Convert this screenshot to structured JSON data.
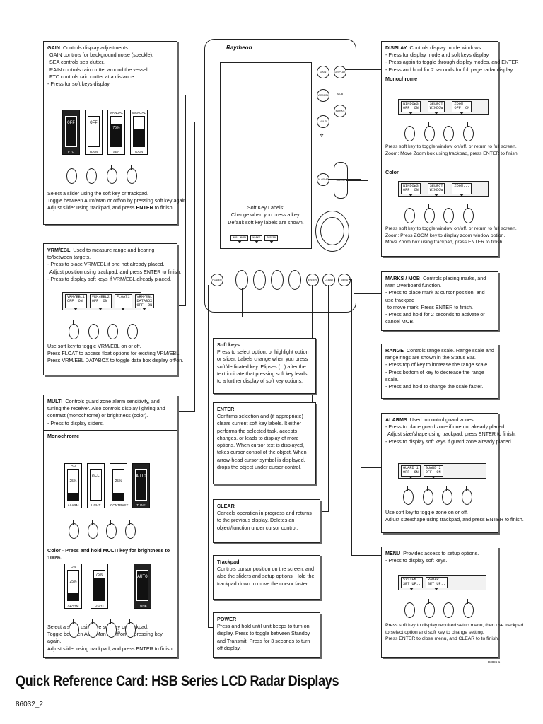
{
  "gain": {
    "title": "GAIN",
    "lead": "Controls display adjustments.",
    "lines": [
      "GAIN controls for background noise (speckle).",
      "SEA controls sea clutter.",
      "RAIN controls rain clutter around the vessel.",
      "FTC controls rain clutter at a distance.",
      "- Press for soft keys display."
    ],
    "sliders": [
      {
        "top": "",
        "label": "FTC",
        "value": "OFF",
        "dark": true
      },
      {
        "top": "",
        "label": "RAIN",
        "value": "OFF",
        "dark": false
      },
      {
        "top": "MANUAL",
        "label": "SEA",
        "value": "75%",
        "dark": false
      },
      {
        "top": "MANUAL",
        "label": "GAIN",
        "value": "",
        "dark": false
      }
    ],
    "footer": [
      "Select a slider using the soft key or trackpad.",
      "Toggle between Auto/Man or off/on by pressing soft key again.",
      "Adjust slider using trackpad, and press ",
      "ENTER",
      " to finish."
    ]
  },
  "vrm": {
    "title": "VRM/EBL",
    "lead": "Used to measure range and bearing to/between targets.",
    "lines": [
      "- Press to place VRM/EBL if one not already placed.",
      "Adjust position using trackpad, and press ENTER to finish.",
      "- Press to display soft keys if VRM/EBL already placed."
    ],
    "softkeys": [
      "VRM/EBL1\nOFF  ON",
      "VRM/EBL2\nOFF  ON",
      "FLOAT1",
      "VRM/EBL\nDATABOX\nOFF  ON"
    ],
    "footer": [
      "Use soft key to toggle VRM/EBL on or off.",
      "Press FLOAT to access float options for existing VRM/EBL.",
      "Press VRM/EBL DATABOX to toggle data box display off/on."
    ]
  },
  "multi": {
    "title": "MULTI",
    "lead": "Controls guard zone alarm sensitivity, and tuning the receiver. Also controls display lighting and contrast (monochrome) or brightness (color).",
    "press": "- Press to display sliders.",
    "mono_label": "Monochrome",
    "mono_sliders": [
      {
        "top": "ON",
        "label": "ALARM",
        "value": "25%"
      },
      {
        "top": "",
        "label": "LIGHT",
        "value": "OFF"
      },
      {
        "top": "",
        "label": "CONTRAST",
        "value": "25%"
      },
      {
        "top": "",
        "label": "TUNE",
        "value": "AUTO",
        "dark": true
      }
    ],
    "color_label": "Color -  Press and hold MULTI key for brightness to 100%.",
    "color_sliders": [
      {
        "top": "ON",
        "label": "ALARM",
        "value": "25%"
      },
      {
        "top": "",
        "label": "LIGHT",
        "value": "75%"
      },
      {
        "top": "",
        "label": "TUNE",
        "value": "AUTO",
        "dark": true
      }
    ],
    "footer": [
      "Select a slider using the soft key or trackpad.",
      "Toggle between Auto/Man or off/on by pressing key again.",
      "Adjust slider using trackpad, and press ENTER to finish."
    ]
  },
  "display": {
    "title": "DISPLAY",
    "lead": "Controls display mode windows.",
    "lines": [
      "- Press for display mode and soft keys display.",
      "- Press again to toggle through display modes, and ENTER",
      "- Press and hold for 2 seconds for full page radar display."
    ],
    "mono_label": "Monochrome",
    "mono_softkeys": [
      "WINDOWS\nOFF  ON",
      "SELECT\nWINDOW",
      "ZOOM\nOFF  ON"
    ],
    "mono_footer": [
      "Press soft key to toggle window on/off, or return to full screen.",
      "Zoom: Move Zoom box using trackpad, press ENTER to finish."
    ],
    "color_label": "Color",
    "color_softkeys": [
      "WINDOWS\nOFF  ON",
      "SELECT\nWINDOW",
      "ZOOM..."
    ],
    "color_footer": [
      "Press soft key to toggle window on/off, or return to full screen.",
      "Zoom:  Press ZOOM key to display zoom window option.",
      "Move Zoom box using trackpad, press ENTER to finish."
    ]
  },
  "marks": {
    "title": "MARKS / MOB",
    "lead": "Controls placing marks, and Man Overboard function.",
    "lines": [
      "- Press to place mark at cursor position, and use trackpad",
      "to move mark. Press ENTER to finish.",
      "- Press and hold for 2 seconds to activate or cancel MOB."
    ]
  },
  "range": {
    "title": "RANGE",
    "lead": "Controls range scale. Range scale and range rings are shown in the Status Bar.",
    "lines": [
      "- Press top of key to increase the range scale.",
      "- Press bottom of key to decrease the range scale.",
      "- Press and hold to change the scale faster."
    ]
  },
  "alarms": {
    "title": "ALARMS",
    "lead": "Used to control guard zones.",
    "lines": [
      "- Press to place guard zone if one not already placed.",
      "Adjust size/shape using trackpad, press ENTER to finish.",
      "- Press to display soft keys if guard zone already placed."
    ],
    "softkeys": [
      "GUARD 1\nOFF  ON",
      "GUARD 2\nOFF  ON"
    ],
    "footer": [
      "Use soft key to toggle zone on or off.",
      "Adjust size/shape using trackpad, and press ENTER to finish."
    ]
  },
  "menu": {
    "title": "MENU",
    "lead": "Provides access to setup options.",
    "lines": [
      "- Press to display soft keys."
    ],
    "softkeys": [
      "SYSTEM\nSET UP..",
      "RADAR\nSET UP.."
    ],
    "footer": [
      "Press soft key to display required setup menu, then use trackpad",
      "to select option and soft key to change setting.",
      "Press ENTER to close menu, and CLEAR to to finish."
    ]
  },
  "softkeys_box": {
    "title": "Soft keys",
    "text": "Press to select option, or highlight option or slider. Labels change when you press soft/dedicated key. Elipses (...) after the text indicate that pressing soft key leads to a further display of soft key options."
  },
  "enter_box": {
    "title": "ENTER",
    "text": "Confirms selection and (if appropriate) clears current soft key labels. It either performs the selected task, accepts changes, or leads to display of more options. When cursor text is displayed, takes cursor control of the object. When arrow-head cursor symbol is displayed, drops the object under cursor control."
  },
  "clear_box": {
    "title": "CLEAR",
    "text": "Cancels operation in progress and returns to the previous display. Deletes an object/function under cursor control."
  },
  "trackpad_box": {
    "title": "Trackpad",
    "text": "Controls cursor position on the screen, and also the sliders and setup options. Hold the trackpad down to move the cursor faster."
  },
  "power_box": {
    "title": "POWER",
    "text": "Press and hold until unit beeps to turn on display. Press to toggle between Standby and Transmit. Press for 3 seconds to turn off display."
  },
  "device": {
    "brand": "Raytheon",
    "screen_text": [
      "Soft Key Labels:",
      "Change when you press a key.",
      "Default soft key labels are shown."
    ],
    "screen_keys": [
      "MOB  MARK",
      "MARKS",
      "SCREEN"
    ],
    "buttons": {
      "gain": "GAIN",
      "display": "DISPLAY",
      "vrm": "VRM/EBL",
      "marks": "MARKS",
      "multi": "MULTI",
      "alarms": "ALARMS",
      "range": "RANGE",
      "power": "POWER",
      "enter": "ENTER",
      "clear": "CLEAR",
      "menu": "MENU",
      "mob": "MOB"
    }
  },
  "footer": {
    "title": "Quick Reference Card:  HSB Series LCD Radar Displays",
    "part_no": "86032_2",
    "code": "D3896-1"
  }
}
